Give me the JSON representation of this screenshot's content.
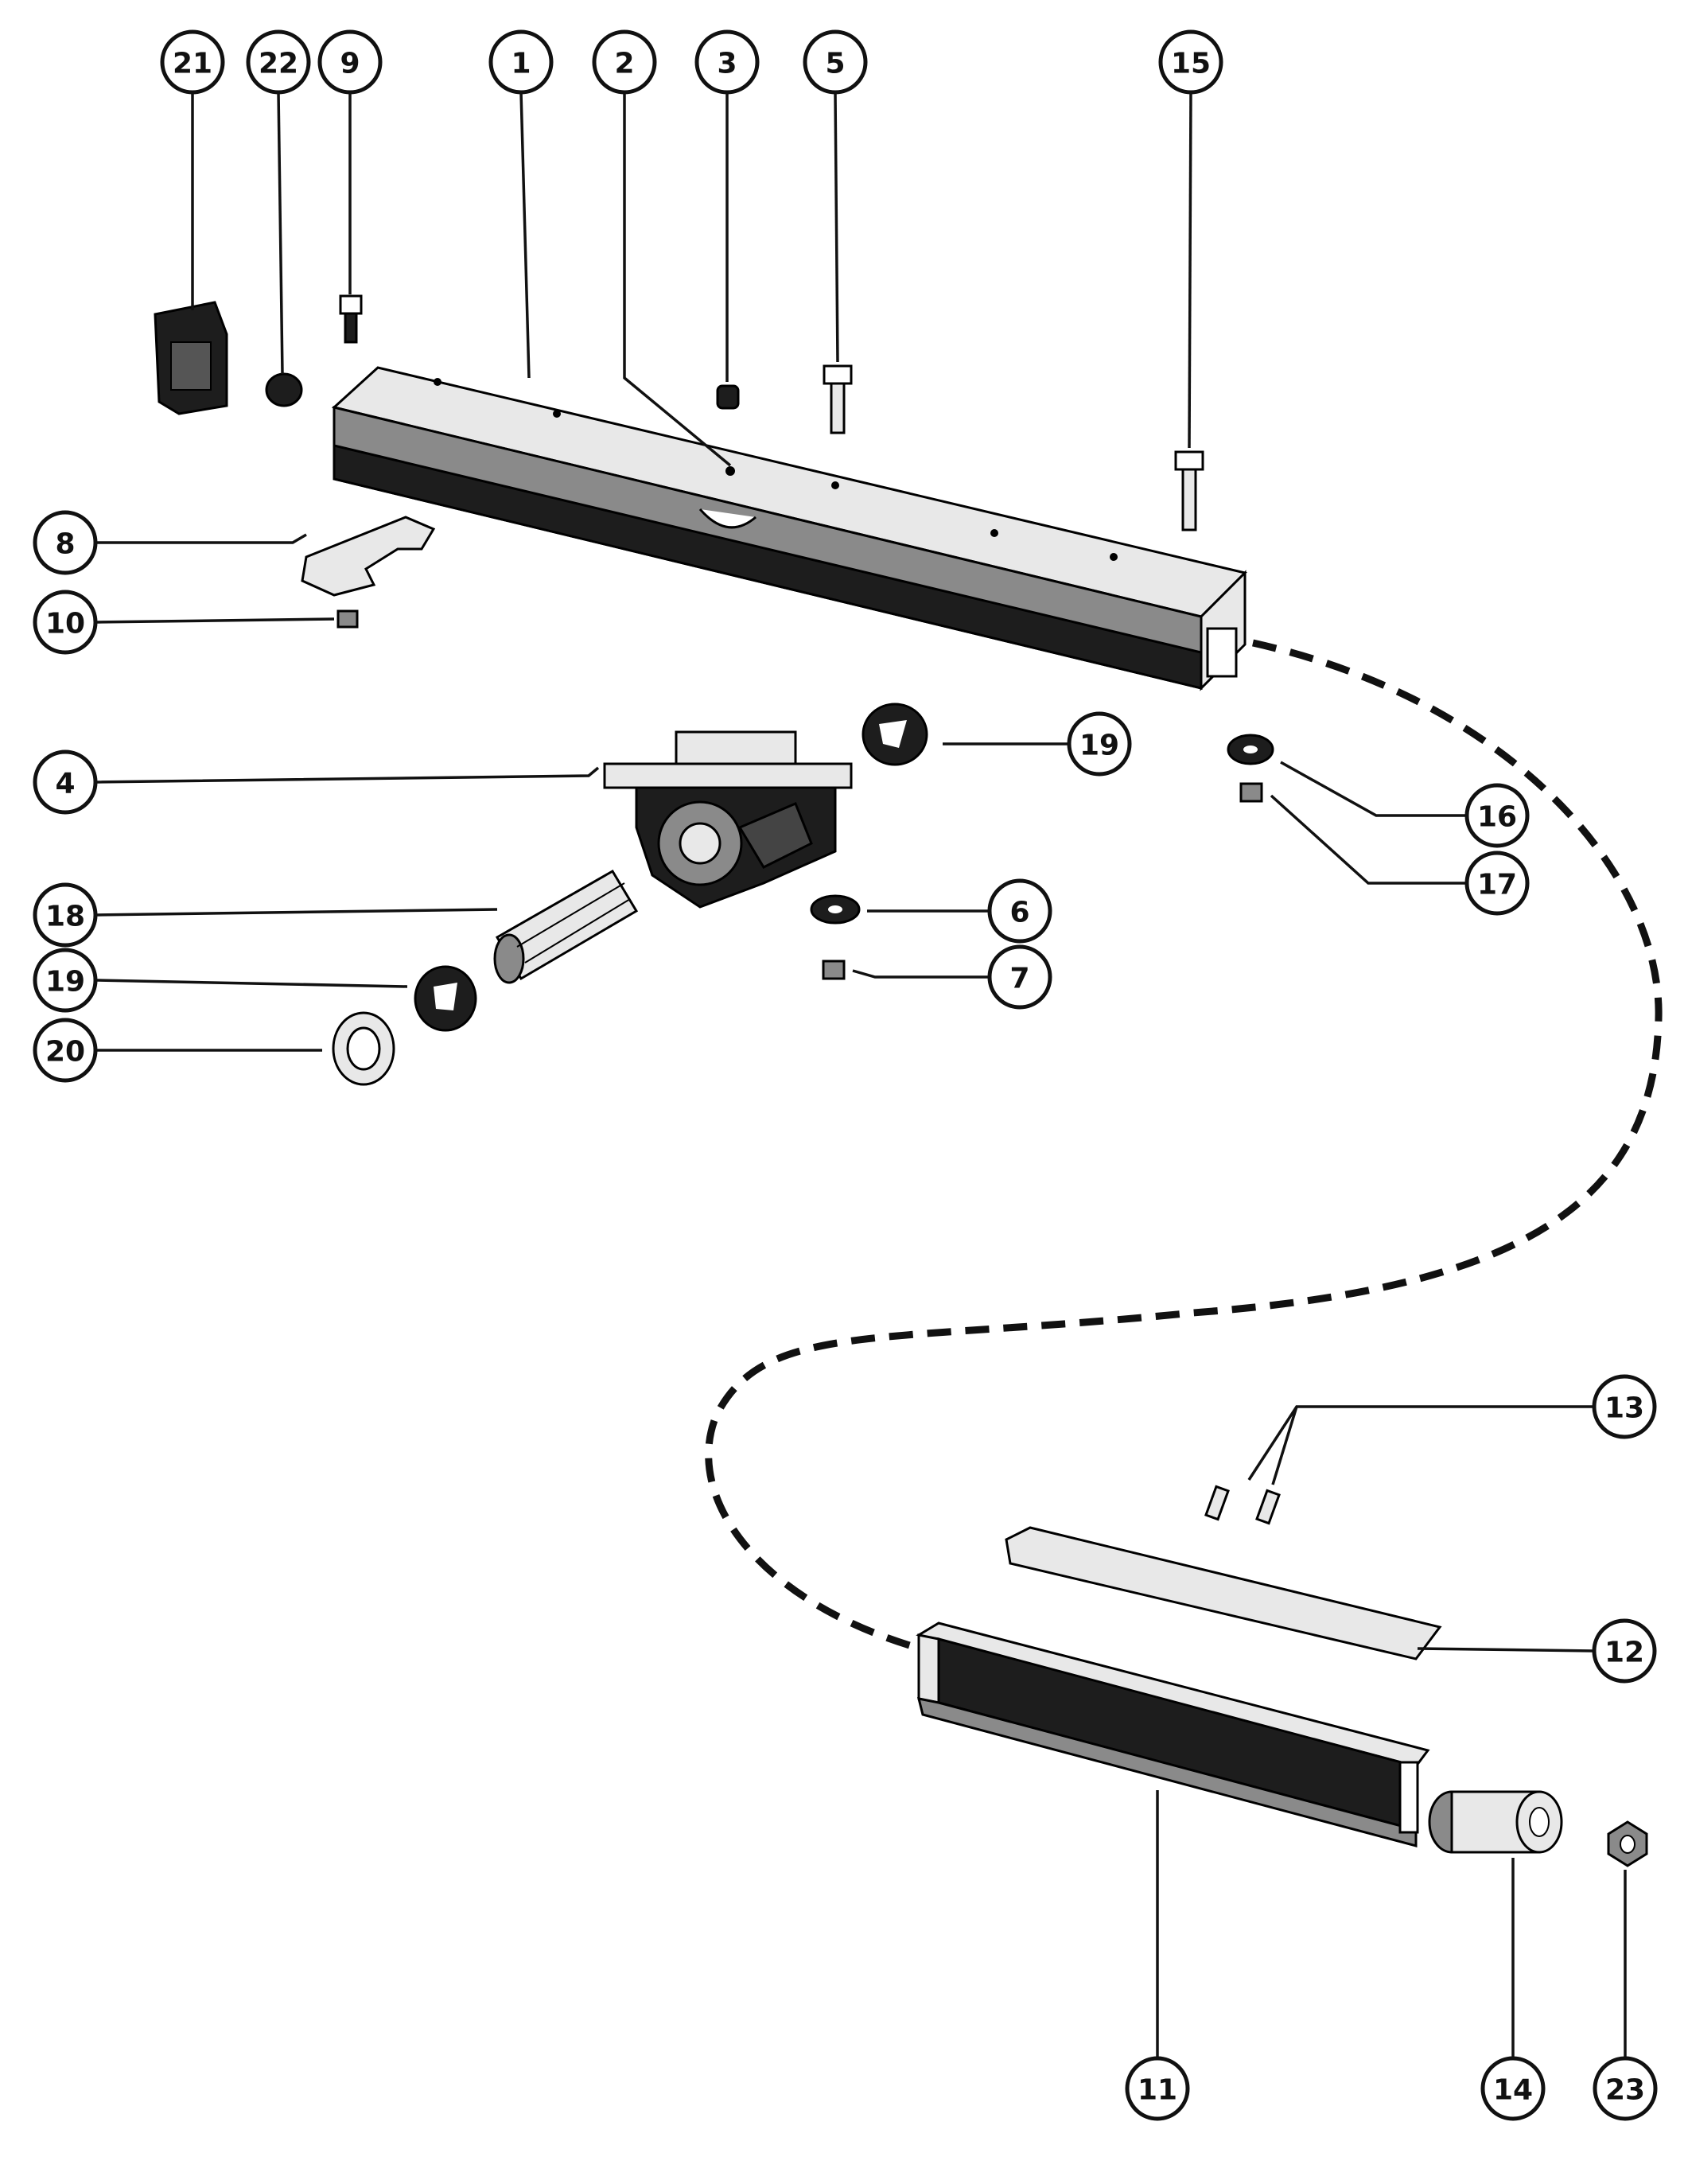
{
  "diagram": {
    "callouts": [
      {
        "id": "c21",
        "label": "21"
      },
      {
        "id": "c22",
        "label": "22"
      },
      {
        "id": "c9",
        "label": "9"
      },
      {
        "id": "c1",
        "label": "1"
      },
      {
        "id": "c2",
        "label": "2"
      },
      {
        "id": "c3",
        "label": "3"
      },
      {
        "id": "c5",
        "label": "5"
      },
      {
        "id": "c15",
        "label": "15"
      },
      {
        "id": "c8",
        "label": "8"
      },
      {
        "id": "c10",
        "label": "10"
      },
      {
        "id": "c4",
        "label": "4"
      },
      {
        "id": "c19a",
        "label": "19"
      },
      {
        "id": "c16",
        "label": "16"
      },
      {
        "id": "c17",
        "label": "17"
      },
      {
        "id": "c18",
        "label": "18"
      },
      {
        "id": "c6",
        "label": "6"
      },
      {
        "id": "c19b",
        "label": "19"
      },
      {
        "id": "c7",
        "label": "7"
      },
      {
        "id": "c20",
        "label": "20"
      },
      {
        "id": "c13",
        "label": "13"
      },
      {
        "id": "c12",
        "label": "12"
      },
      {
        "id": "c11",
        "label": "11"
      },
      {
        "id": "c14",
        "label": "14"
      },
      {
        "id": "c23",
        "label": "23"
      }
    ]
  }
}
